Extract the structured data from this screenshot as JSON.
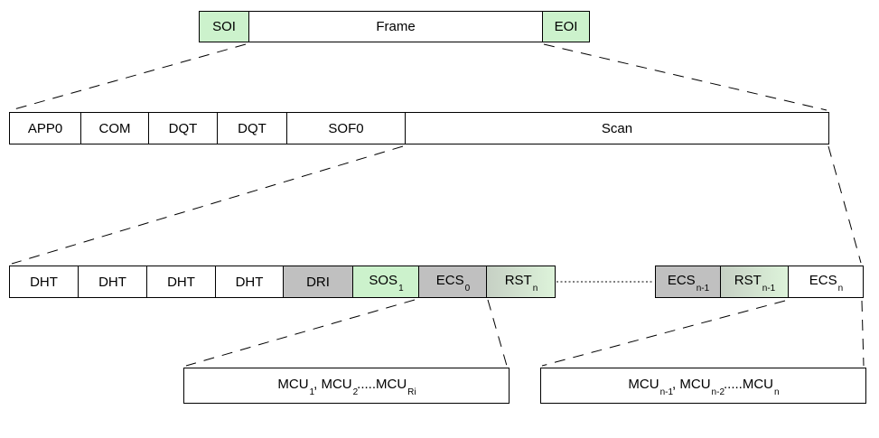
{
  "diagram": {
    "row_frame": {
      "cells": [
        {
          "label": "SOI",
          "fill": "green"
        },
        {
          "label": "Frame",
          "fill": "white"
        },
        {
          "label": "EOI",
          "fill": "green"
        }
      ]
    },
    "row_frame_detail": {
      "cells": [
        {
          "label": "APP0"
        },
        {
          "label": "COM"
        },
        {
          "label": "DQT"
        },
        {
          "label": "DQT"
        },
        {
          "label": "SOF0"
        },
        {
          "label": "Scan"
        }
      ]
    },
    "row_scan_detail": {
      "cells": [
        {
          "label": "DHT"
        },
        {
          "label": "DHT"
        },
        {
          "label": "DHT"
        },
        {
          "label": "DHT"
        },
        {
          "label": "DRI",
          "fill": "gray"
        },
        {
          "label": "SOS",
          "sub": "1",
          "fill": "green"
        },
        {
          "label": "ECS",
          "sub": "0",
          "fill": "gray"
        },
        {
          "label": "RST",
          "sub": "n",
          "fill": "rst-gradient"
        },
        {
          "label": "ECS",
          "sub": "n-1",
          "fill": "gray"
        },
        {
          "label": "RST",
          "sub": "n-1",
          "fill": "rst-gradient"
        },
        {
          "label": "ECS",
          "sub": "n",
          "fill": "white"
        }
      ]
    },
    "row_mcu": {
      "left_box": {
        "parts": [
          "MCU",
          "1",
          ", MCU",
          "2",
          ".....MCU",
          "Ri"
        ]
      },
      "right_box": {
        "parts": [
          "MCU",
          "n-1",
          ", MCU",
          "n-2",
          ".....MCU",
          "n"
        ]
      }
    },
    "colors": {
      "marker_green": "#ccf2cc",
      "segment_gray": "#c0c0c0",
      "rst_gradient_start": "#c6d0c4",
      "rst_gradient_end": "#ddf3da",
      "border": "#000000"
    }
  }
}
